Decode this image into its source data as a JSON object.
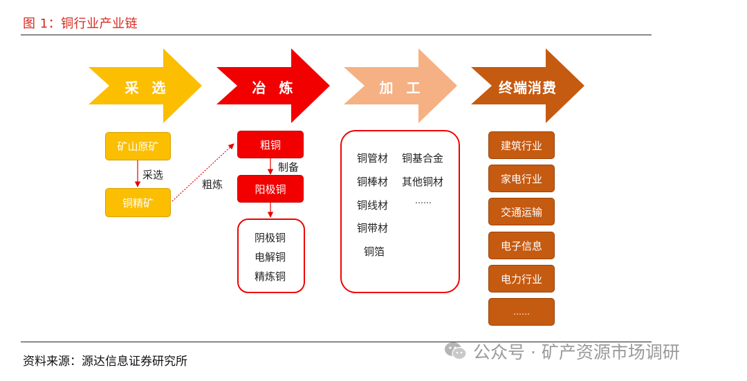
{
  "title": "图 1：铜行业产业链",
  "stages": [
    {
      "label": "采 选",
      "color": "#fbbe00"
    },
    {
      "label": "冶 炼",
      "color": "#f20000"
    },
    {
      "label": "加 工",
      "color": "#f5b184"
    },
    {
      "label": "终端消费",
      "color": "#c55a11"
    }
  ],
  "mining": {
    "ore": "矿山原矿",
    "step": "采选",
    "concentrate": "铜精矿",
    "to_smelt": "粗炼"
  },
  "smelting": {
    "blister": "粗铜",
    "step": "制备",
    "anode": "阳极铜",
    "products": [
      "阴极铜",
      "电解铜",
      "精炼铜"
    ]
  },
  "processing": {
    "col1": [
      "铜管材",
      "铜棒材",
      "铜线材",
      "铜带材",
      "铜箔"
    ],
    "col2": [
      "铜基合金",
      "其他铜材",
      "……"
    ]
  },
  "consumption": [
    "建筑行业",
    "家电行业",
    "交通运输",
    "电子信息",
    "电力行业",
    "……"
  ],
  "source": "资料来源：源达信息证券研究所",
  "watermark": "公众号 · 矿产资源市场调研",
  "colors": {
    "title": "#d6281e",
    "yellow": "#fbbe00",
    "red": "#f20000",
    "peach": "#f5b184",
    "brown": "#c55a11"
  }
}
